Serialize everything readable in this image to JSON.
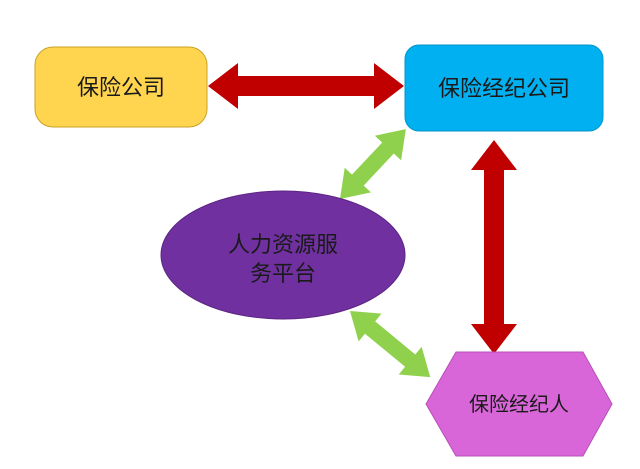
{
  "diagram": {
    "title": "insurance-brokerage-relationship-diagram",
    "nodes": {
      "insurance_company": {
        "label": "保险公司",
        "fill": "#FFD44F",
        "stroke": "#C9A227",
        "text_color": "#1A1A1A"
      },
      "brokerage_company": {
        "label": "保险经纪公司",
        "fill": "#00B0F0",
        "stroke": "#0095CC",
        "text_color": "#1A1A1A"
      },
      "hr_platform": {
        "label_line1": "人力资源服",
        "label_line2": "务平台",
        "fill": "#7030A0",
        "stroke": "#5E2585",
        "text_color": "#FFFFFF"
      },
      "broker": {
        "label": "保险经纪人",
        "fill": "#D966D9",
        "stroke": "#B84FB8",
        "text_color": "#1A1A1A"
      }
    },
    "arrows": {
      "red_color": "#C00000",
      "green_color": "#8FD04C"
    }
  }
}
